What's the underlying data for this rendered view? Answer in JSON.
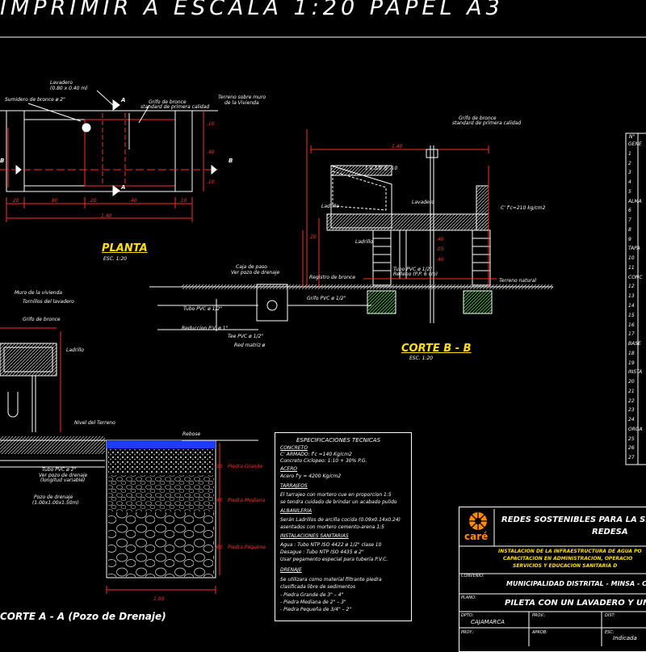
{
  "title": "IMPRIMIR A ESCALA 1:20 PAPEL A3",
  "planta": {
    "title": "PLANTA",
    "scale": "ESC. 1:20",
    "labels": {
      "lavadero": "Lavadero",
      "lavadero_dim": "(0.80 x 0.40 m)",
      "sumidero": "Sumidero de bronce ø 2\"",
      "grifo": "Grifo de bronce",
      "grifo_note": "standard de primera calidad",
      "terreno_muro": "Terreno sobre muro",
      "terreno_muro_2": "de la Vivienda"
    },
    "section_marks": [
      "A",
      "A",
      "B",
      "B"
    ],
    "dims_bottom": [
      ".20",
      ".80",
      ".20",
      ".40",
      ".10"
    ],
    "dims_total": "1.40",
    "dims_side": [
      ".10",
      ".40",
      ".10"
    ]
  },
  "corte_bb": {
    "title": "CORTE B - B",
    "scale": "ESC. 1:20",
    "labels": {
      "grifo": "Grifo de bronce",
      "grifo_note": "standard de primera calidad",
      "top_dim": "1.40",
      "rebose": "1 ø 3/8 @ .10",
      "lavadero": "Lavadero",
      "concreto": "C' f'c=210 kg/cm2",
      "ladrillo": "Ladrillo",
      "tubo": "Tubo PVC ø 1/2\"",
      "relleno": "Relleno (P.P. 6 cm)",
      "caja": "Caja de paso",
      "caja_2": "Ver pozo de drenaje",
      "registro": "Registro de bronce",
      "terreno": "Terreno natural",
      "grifo_pvc": "Grifo PVC ø 1/2\"",
      "tubo_pvc": "Tubo PVC ø 1/2\"",
      "reduccion": "Reduccion P.V. ø 1\"",
      "tee": "Tee PVC ø 1/2\"",
      "red": "Red matriz ø"
    },
    "dims": [
      ".20",
      ".40",
      ".05",
      ".40"
    ]
  },
  "corte_aa": {
    "title": "CORTE A - A (Pozo de Drenaje)",
    "labels": {
      "nivel": "Nivel del Terreno",
      "piedra_grande": "Piedra Grande",
      "piedra_mediana": "Piedra Mediana",
      "piedra_pequena": "Piedra Pequena",
      "pozo": "Pozo de drenaje",
      "pozo_dim": "(1.00x1.00x1.50m)",
      "tubo": "Tubo PVC ø 2\"",
      "tubo_2": "Ver pozo de drenaje",
      "tubo_3": "(longitud variable)",
      "rebose": "Rebose",
      "muro": "Muro de la vivienda",
      "tornillo": "Tornillos del lavadero",
      "ladrillo": "Ladrillo",
      "grifo": "Grifo de bronce",
      "dims": [
        ".50",
        ".40",
        ".60"
      ],
      "bottom_dim": "1.00"
    }
  },
  "specs": {
    "title": "ESPECIFICACIONES TECNICAS",
    "sections": [
      {
        "heading": "CONCRETO",
        "lines": [
          "C' ARMADO: f'c =140 Kg/cm2",
          "Concreto Ciclopeo: 1:10 + 30% P.G."
        ]
      },
      {
        "heading": "ACERO",
        "lines": [
          "Acero f'y = 4200 Kg/cm2"
        ]
      },
      {
        "heading": "TARRAJEOS",
        "lines": [
          "El tarrajeo con mortero cue en proporcion 1:5",
          "se tendra cuidado de brindar un acabado pulido"
        ]
      },
      {
        "heading": "ALBANILERIA",
        "lines": [
          "Serán Ladrillos de arcilla cocida (0.09x0.14x0.24)",
          "asentados con mortero cemento-arena 1:5"
        ]
      },
      {
        "heading": "INSTALACIONES SANITARIAS",
        "lines": [
          "Agua : Tubo NTP ISO 4422 ø 1/2\" clase 10",
          "Desague : Tubo NTP ISO 4435 ø 2\"",
          "Usar pegamento especial para tuberia P.V.C."
        ]
      },
      {
        "heading": "DRENAJE",
        "lines": [
          "Se utilizara como material filtrante piedra",
          "clasificada libre de sedimentos",
          "- Piedra Grande de 3\" – 4\"",
          "- Piedra Mediana de 2\" – 3\"",
          "- Piedra Pequeña de 3/4\" – 2\""
        ]
      }
    ]
  },
  "schedule": {
    "header": "N°",
    "numbers": [
      "1",
      "2",
      "3",
      "4",
      "5",
      "6",
      "7",
      "8",
      "9",
      "10",
      "11",
      "12",
      "13",
      "14",
      "15",
      "16",
      "17",
      "18",
      "19",
      "20",
      "21",
      "22",
      "23",
      "24",
      "25",
      "26",
      "27"
    ],
    "groups": [
      "GENE",
      "ALMA",
      "TAPA",
      "CONC",
      "BASE",
      "INSTA",
      "ORGA"
    ]
  },
  "title_block": {
    "logo_text": "caré",
    "line1": "REDES SOSTENIBLES PARA LA SEGU",
    "line2": "REDESA",
    "project_1": "INSTALACION DE LA INFRAESTRUCTURA DE AGUA PO",
    "project_2": "CAPACITACION EN ADMINISTRACION, OPERACIO",
    "project_3": "SERVICIOS Y EDUCACION SANITARIA D",
    "convenio_label": "CONVENIO:",
    "convenio": "MUNICIPALIDAD DISTRITAL - MINSA - C",
    "plano_label": "PLANO:",
    "plano": "PILETA CON UN LAVADERO Y UN",
    "dpto_label": "DPTO:",
    "dpto": "CAJAMARCA",
    "prov_label": "PROV.:",
    "dist_label": "DIST:",
    "proy_label": "PROY.:",
    "aprob_label": "APROB:",
    "esc_label": "ESC:",
    "esc": "Indicada"
  },
  "colors": {
    "background": "#000000",
    "line": "#ffffff",
    "dim": "#ff2a2a",
    "text": "#ffe000",
    "hatch": "#3cff3c",
    "water": "#1e3cff",
    "accent": "#2ef2ff"
  }
}
